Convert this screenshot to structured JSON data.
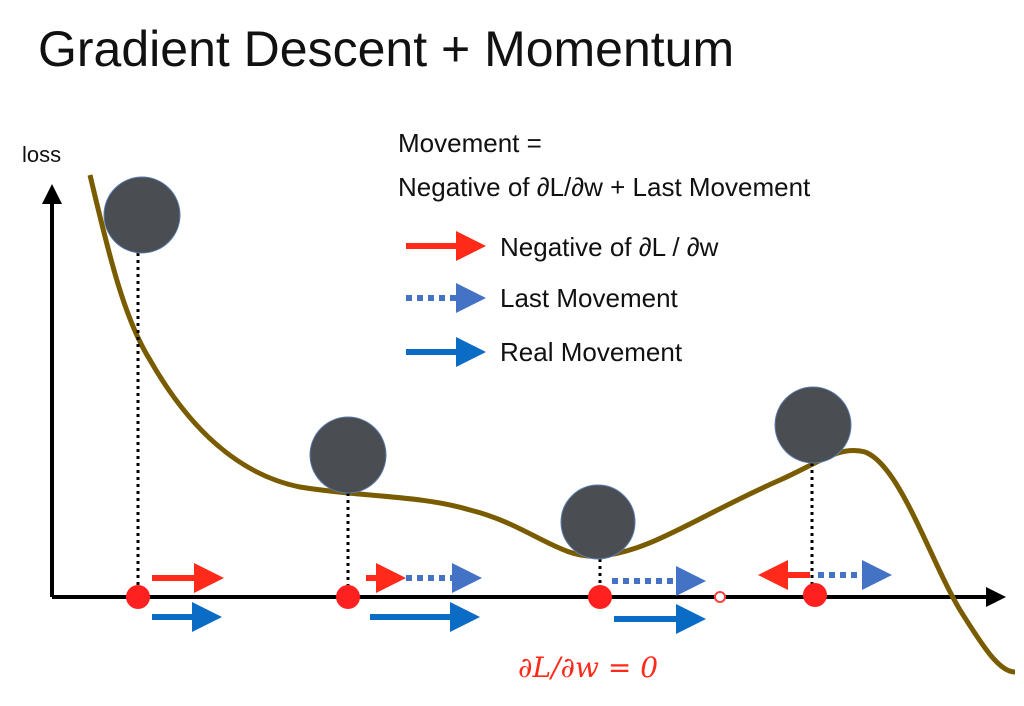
{
  "title": "Gradient Descent + Momentum",
  "y_axis_label": "loss",
  "formula": {
    "line1": "Movement =",
    "line2": "Negative of ∂L/∂w + Last Movement"
  },
  "legend": [
    {
      "label": "Negative of ∂L / ∂w",
      "color": "#ff2a1a",
      "style": "solid"
    },
    {
      "label": "Last Movement",
      "color": "#4472c4",
      "style": "dotted"
    },
    {
      "label": "Real Movement",
      "color": "#0a6cc4",
      "style": "solid"
    }
  ],
  "zero_gradient_label": "∂L/∂w = 0",
  "colors": {
    "curve": "#7a5c00",
    "ball": "#4a4d52",
    "point": "#ff2020",
    "axis": "#000000"
  }
}
